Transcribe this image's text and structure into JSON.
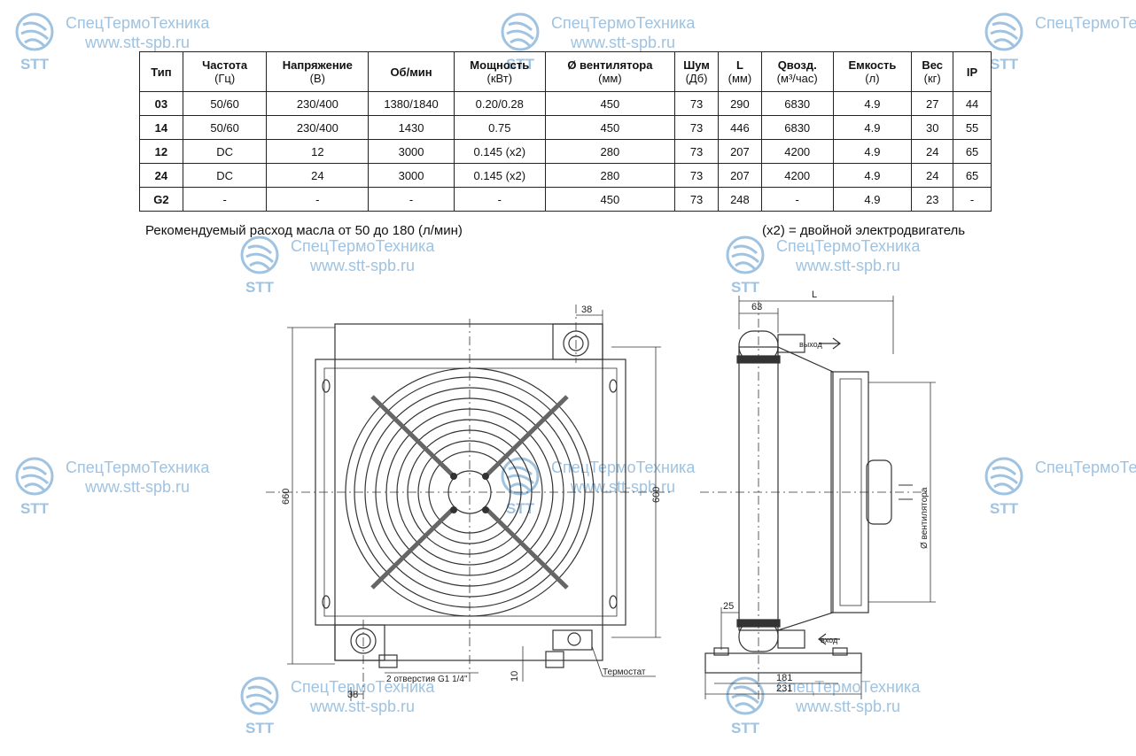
{
  "watermark": {
    "company": "СпецТермоТехника",
    "site": "www.stt-spb.ru",
    "logo": "STT"
  },
  "table": {
    "headers": [
      {
        "name": "Тип",
        "unit": ""
      },
      {
        "name": "Частота",
        "unit": "(Гц)"
      },
      {
        "name": "Напряжение",
        "unit": "(В)"
      },
      {
        "name": "Об/мин",
        "unit": ""
      },
      {
        "name": "Мощность",
        "unit": "(кВт)"
      },
      {
        "name": "Ø вентилятора",
        "unit": "(мм)"
      },
      {
        "name": "Шум",
        "unit": "(Дб)"
      },
      {
        "name": "L",
        "unit": "(мм)"
      },
      {
        "name": "Qвозд.",
        "unit": "(м³/час)"
      },
      {
        "name": "Емкость",
        "unit": "(л)"
      },
      {
        "name": "Вес",
        "unit": "(кг)"
      },
      {
        "name": "IP",
        "unit": ""
      }
    ],
    "rows": [
      [
        "03",
        "50/60",
        "230/400",
        "1380/1840",
        "0.20/0.28",
        "450",
        "73",
        "290",
        "6830",
        "4.9",
        "27",
        "44"
      ],
      [
        "14",
        "50/60",
        "230/400",
        "1430",
        "0.75",
        "450",
        "73",
        "446",
        "6830",
        "4.9",
        "30",
        "55"
      ],
      [
        "12",
        "DC",
        "12",
        "3000",
        "0.145 (x2)",
        "280",
        "73",
        "207",
        "4200",
        "4.9",
        "24",
        "65"
      ],
      [
        "24",
        "DC",
        "24",
        "3000",
        "0.145 (x2)",
        "280",
        "73",
        "207",
        "4200",
        "4.9",
        "24",
        "65"
      ],
      [
        "G2",
        "-",
        "-",
        "-",
        "-",
        "450",
        "73",
        "248",
        "-",
        "4.9",
        "23",
        "-"
      ]
    ]
  },
  "notes": {
    "oil_flow": "Рекомендуемый расход масла от 50 до 180 (л/мин)",
    "double_motor": "(x2) = двойной электродвигатель"
  },
  "front_view": {
    "dim_top": "38",
    "dim_height": "660",
    "dim_inner": "600",
    "dim_bottom": "38",
    "dim_foot": "10",
    "holes_label": "2 отверстия G1 1/4\"",
    "thermostat_label": "Термостат"
  },
  "side_view": {
    "dim_L": "L",
    "dim_63": "63",
    "dim_25": "25",
    "dim_181": "181",
    "dim_231": "231",
    "outlet_label": "выход",
    "inlet_label": "вход",
    "fan_diameter_label": "Ø вентилятора"
  }
}
